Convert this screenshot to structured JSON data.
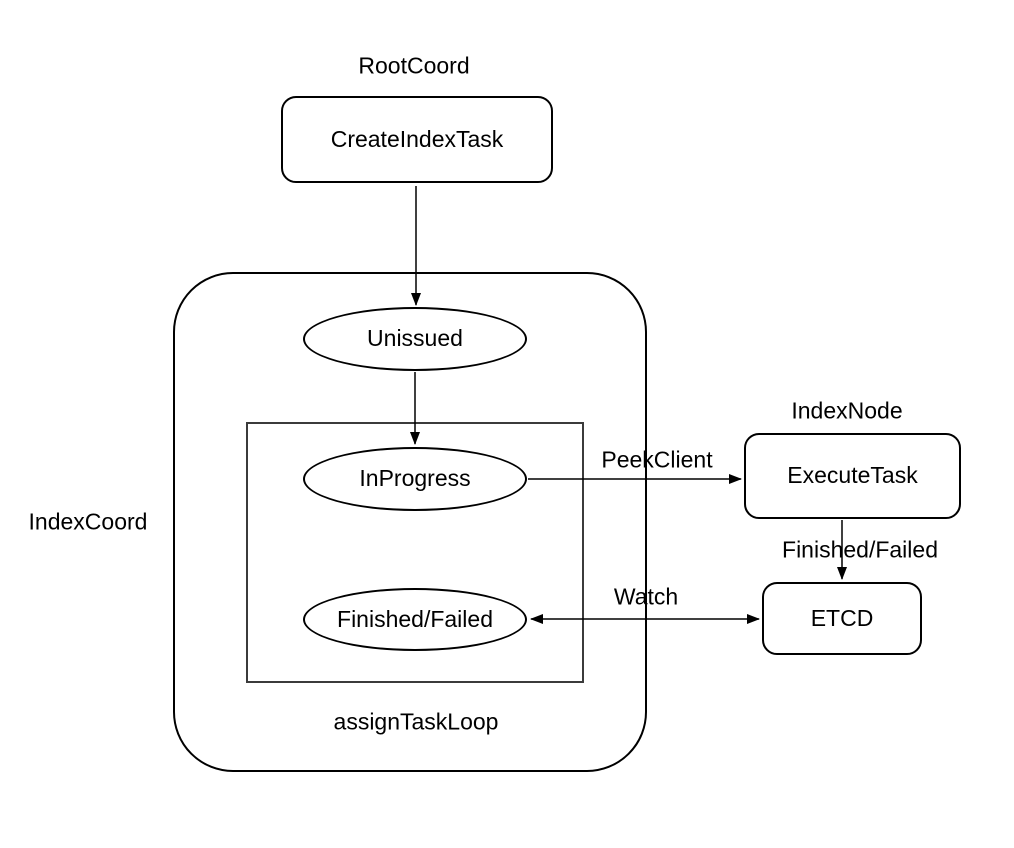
{
  "diagram": {
    "group_labels": {
      "root_coord": "RootCoord",
      "index_node": "IndexNode",
      "index_coord": "IndexCoord",
      "assign_task_loop": "assignTaskLoop"
    },
    "nodes": {
      "create_index_task": "CreateIndexTask",
      "unissued": "Unissued",
      "in_progress": "InProgress",
      "finished_failed": "Finished/Failed",
      "execute_task": "ExecuteTask",
      "etcd": "ETCD"
    },
    "edge_labels": {
      "peek_client": "PeekClient",
      "finished_failed": "Finished/Failed",
      "watch": "Watch"
    },
    "colors": {
      "background": "#ffffff",
      "stroke": "#000000",
      "inner_group_stroke": "#3b3b3b",
      "text": "#000000"
    }
  }
}
